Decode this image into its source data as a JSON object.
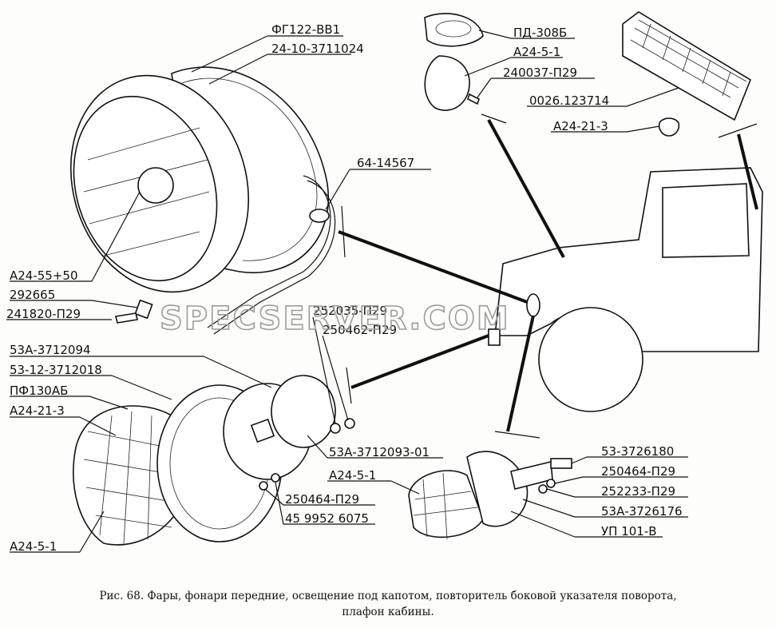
{
  "watermark": "SPECSERVER.COM",
  "labels": {
    "fg122": "ФГ122-ВВ1",
    "p2410": "24-10-3711024",
    "pd308": "ПД-308Б",
    "a2451_top": "А24-5-1",
    "p240037": "240037-П29",
    "p0026": "0026.123714",
    "a24213_top": "А24-21-3",
    "p6414567": "64-14567",
    "a245550": "А24-55+50",
    "p292665": "292665",
    "p241820": "241820-П29",
    "p252035": "252035-П29",
    "p250462": "250462-П29",
    "p53a3712094": "53А-3712094",
    "p53123712018": "53-12-3712018",
    "pf130": "ПФ130АБ",
    "a24213_left": "А24-21-3",
    "a2451_bottom": "А24-5-1",
    "p53a371209301": "53А-3712093-01",
    "a2451_mid": "А24-5-1",
    "p250464_left": "250464-П29",
    "p459952": "45 9952 6075",
    "p533726180": "53-3726180",
    "p250464_right": "250464-П29",
    "p252233": "252233-П29",
    "p53a3726176": "53А-3726176",
    "up101": "УП 101-В"
  },
  "caption": {
    "line1": "Рис. 68. Фары, фонари передние, освещение под капотом, повторитель боковой указателя поворота,",
    "line2": "плафон кабины."
  }
}
